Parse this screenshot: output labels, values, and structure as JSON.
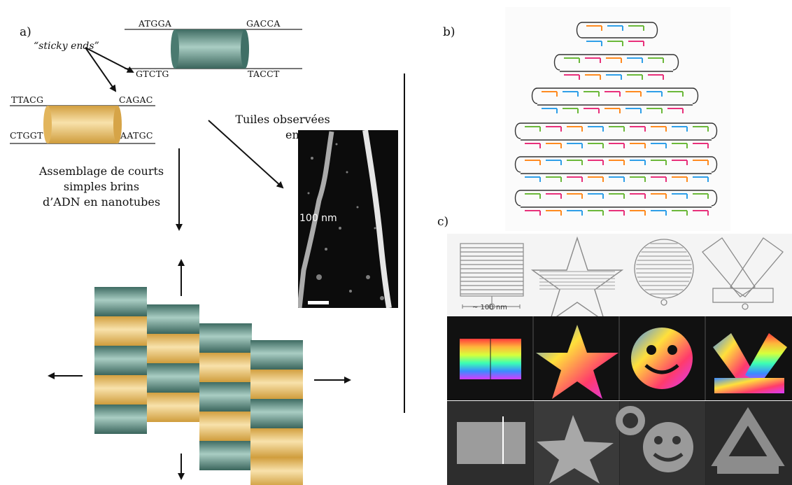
{
  "panel_a": {
    "label": "a)",
    "sticky_ends": "“sticky ends”",
    "tile_teal": {
      "top_left": "ATGGA",
      "top_right": "GACCA",
      "bottom_left": "GTCTG",
      "bottom_right": "TACCT"
    },
    "tile_gold": {
      "top_left": "TTACG",
      "top_right": "CAGAC",
      "bottom_left": "CTGGT",
      "bottom_right": "AATGC"
    },
    "assembly_caption": [
      "Assemblage de courts",
      "simples brins",
      "d’ADN en nanotubes"
    ],
    "afm_caption": [
      "Tuiles observées",
      "en AFM"
    ],
    "afm_scale": "100 nm"
  },
  "panel_b": {
    "label": "b)"
  },
  "panel_c": {
    "label": "c)",
    "scale_label": "~ 100 nm",
    "shapes": [
      "rectangle",
      "star",
      "smiley",
      "triangle"
    ]
  },
  "colors": {
    "teal": "#3f6f66",
    "teal_light": "#9fc2b8",
    "gold": "#d9a84a",
    "gold_light": "#f6dfa6",
    "helix": [
      "#ff8a1f",
      "#2f9fe8",
      "#6bb83a",
      "#e8307a"
    ]
  }
}
